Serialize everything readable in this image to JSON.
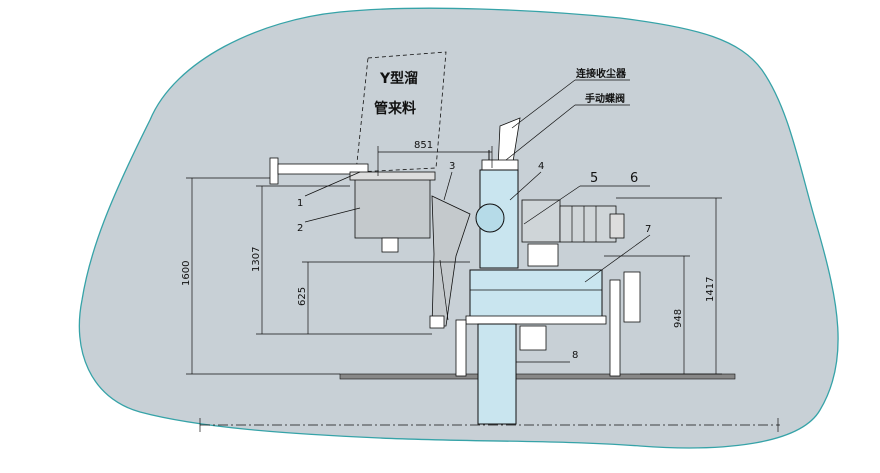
{
  "colors": {
    "background_blob": "#c8d0d6",
    "blob_edge": "#36a3a8",
    "equipment_blue": "#c9e5ef",
    "line": "#111111"
  },
  "feed_note": {
    "line1": "Y型溜",
    "line2": "管来料"
  },
  "callouts": {
    "dust_collector": "连接收尘器",
    "butterfly_valve": "手动蝶阀"
  },
  "part_numbers": [
    "1",
    "2",
    "3",
    "4",
    "5",
    "6",
    "7",
    "8"
  ],
  "dimensions": {
    "d851": "851",
    "d1600": "1600",
    "d1307": "1307",
    "d625": "625",
    "d1417": "1417",
    "d948": "948"
  }
}
